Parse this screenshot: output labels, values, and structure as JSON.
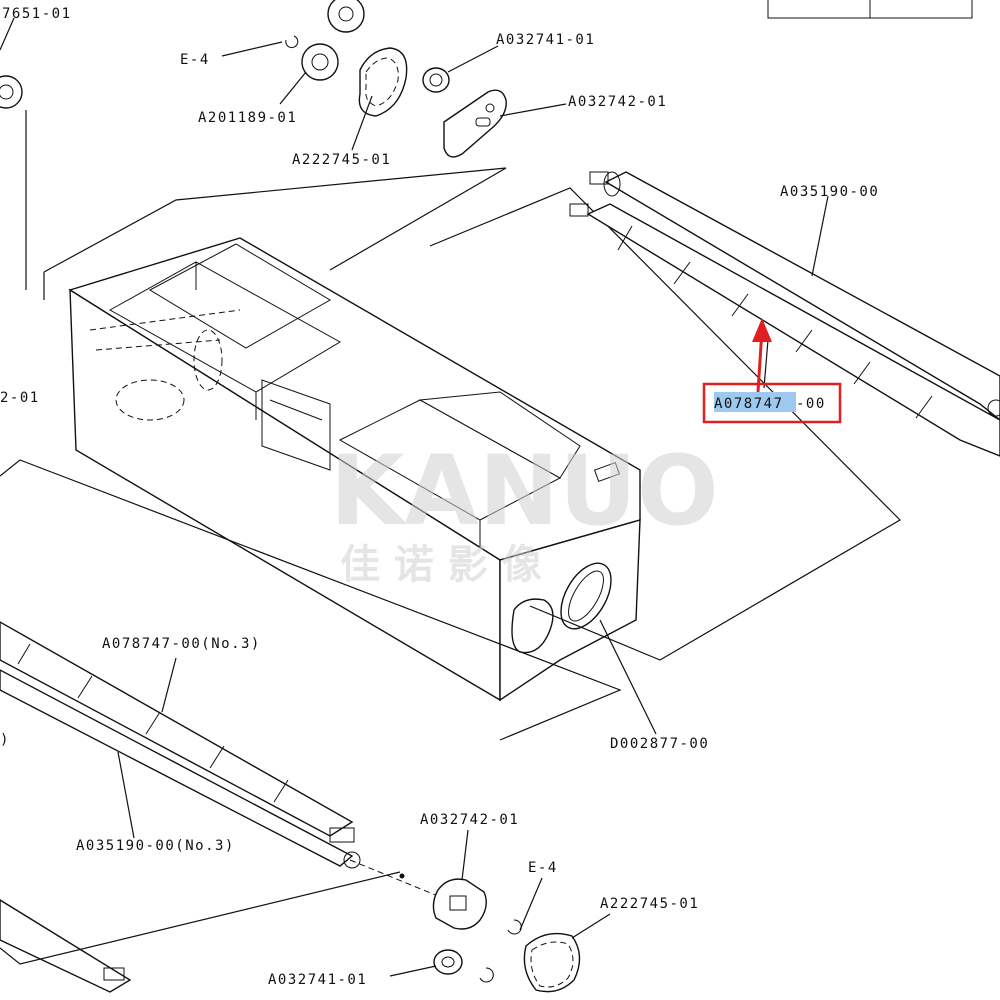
{
  "labels": {
    "top_left_partial": "7651-01",
    "e4_top": "E-4",
    "a032741_top": "A032741-01",
    "a201189": "A201189-01",
    "a032742_top": "A032742-01",
    "a222745_top": "A222745-01",
    "a035190_top": "A035190-00",
    "left_partial": "2-01",
    "highlight_prefix": "A078747",
    "highlight_suffix": "-00",
    "d002877": "D002877-00",
    "a078747_no3": "A078747-00(No.3)",
    "left_paren": ")",
    "a035190_no3": "A035190-00(No.3)",
    "a032742_bottom": "A032742-01",
    "e4_bottom": "E-4",
    "a222745_bottom": "A222745-01",
    "a032741_bottom": "A032741-01"
  },
  "watermark": {
    "brand": "KANUO",
    "chinese": "佳 诺 影 像"
  },
  "colors": {
    "highlight_box": "#e02020",
    "highlight_fill": "#9ec9ee",
    "arrow": "#e02020",
    "watermark": "#d0d0d0"
  }
}
